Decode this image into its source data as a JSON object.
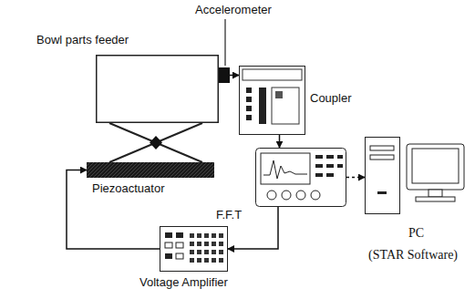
{
  "diagram": {
    "nodes": [
      {
        "text": [
          "Bowl parts feeder"
        ]
      },
      {
        "text": [
          "Accelerometer"
        ]
      },
      {
        "text": [
          "Coupler"
        ]
      },
      {
        "text": [
          "F.F.T"
        ]
      },
      {
        "text": [
          "PC",
          "(STAR Software)"
        ]
      },
      {
        "text": [
          "Voltage Amplifier"
        ]
      },
      {
        "text": [
          "Piezoactuator"
        ]
      }
    ],
    "edges": [
      {
        "from": 1,
        "to": 2,
        "arrow": "to"
      },
      {
        "from": 2,
        "to": 3,
        "arrow": "to"
      },
      {
        "from": 3,
        "to": 5,
        "arrow": "to"
      },
      {
        "from": 5,
        "to": 6,
        "arrow": "to"
      },
      {
        "from": 3,
        "to": 4,
        "arrow": "to"
      }
    ]
  }
}
